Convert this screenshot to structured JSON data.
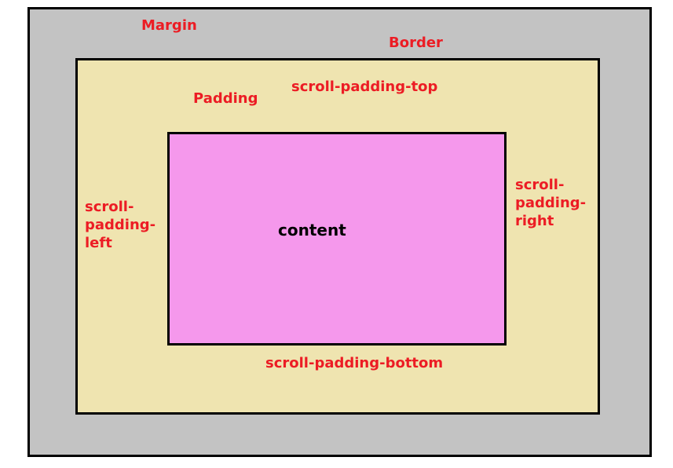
{
  "labels": {
    "margin": "Margin",
    "border": "Border",
    "padding": "Padding",
    "scroll_padding_top": "scroll-padding-top",
    "scroll_padding_bottom": "scroll-padding-bottom",
    "scroll_padding_left": [
      "scroll-",
      "padding-",
      "left"
    ],
    "scroll_padding_right": [
      "scroll-",
      "padding-",
      "right"
    ],
    "content": "content"
  },
  "colors": {
    "margin": "#c3c3c3",
    "padding": "#efe4b0",
    "content": "#f598ec",
    "label": "#ec1c24",
    "border": "#000000"
  }
}
